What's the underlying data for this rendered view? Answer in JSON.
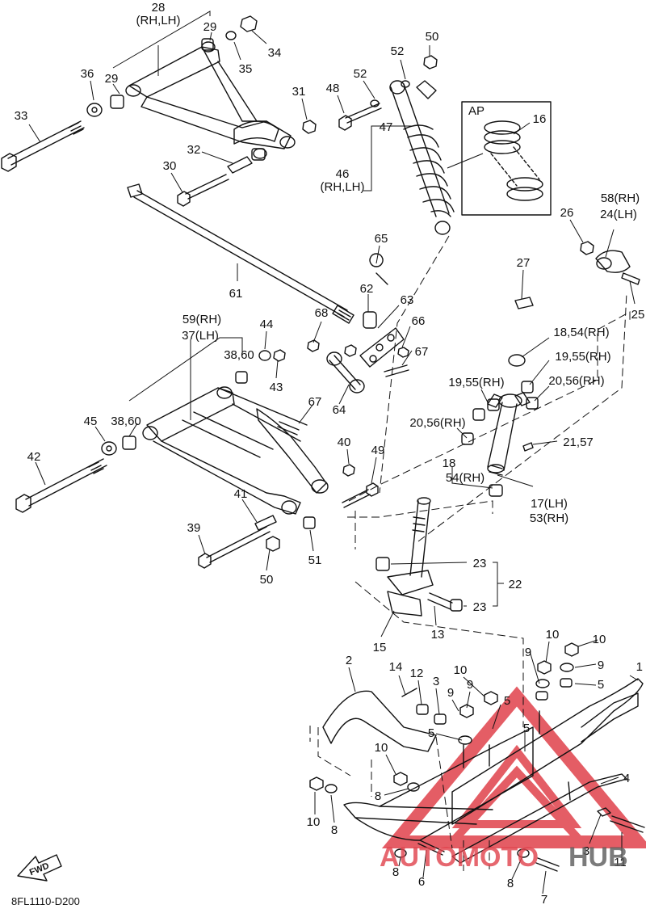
{
  "diagram_code": "8FL1110-D200",
  "fwd_label": "FWD",
  "watermark": {
    "text_part1": "AUTOMOTO",
    "text_part2": "HUB",
    "color_primary": "#e0414b",
    "color_secondary": "#5a5a5a"
  },
  "inset_label": "AP",
  "labels": {
    "l28": "28",
    "l28sub": "(RH,LH)",
    "l29a": "29",
    "l29b": "29",
    "l34": "34",
    "l35": "35",
    "l36": "36",
    "l33": "33",
    "l31": "31",
    "l32": "32",
    "l30": "30",
    "l50a": "50",
    "l52a": "52",
    "l52b": "52",
    "l48": "48",
    "l47": "47",
    "l46": "46",
    "l46sub": "(RH,LH)",
    "l16": "16",
    "l26": "26",
    "l58": "58(RH)",
    "l24": "24(LH)",
    "l25": "25",
    "l61": "61",
    "l65": "65",
    "l62": "62",
    "l63": "63",
    "l27": "27",
    "l18": "18,54(RH)",
    "l59": "59(RH)",
    "l37": "37(LH)",
    "l44": "44",
    "l68": "68",
    "l66": "66",
    "l67a": "67",
    "l3860a": "38,60",
    "l43": "43",
    "l19a": "19,55(RH)",
    "l19b": "19,55(RH)",
    "l20a": "20,56(RH)",
    "l20b": "20,56(RH)",
    "l64": "64",
    "l67b": "67",
    "l45": "45",
    "l3860b": "38,60",
    "l2157": "21,57",
    "l40": "40",
    "l49": "49",
    "l42": "42",
    "l18b": "18",
    "l54b": "54(RH)",
    "l17": "17(LH)",
    "l53": "53(RH)",
    "l41": "41",
    "l39": "39",
    "l51": "51",
    "l50b": "50",
    "l23a": "23",
    "l22": "22",
    "l23b": "23",
    "l13": "13",
    "l15": "15",
    "l10a": "10",
    "l10b": "10",
    "l9a": "9",
    "l9b": "9",
    "l5a": "5",
    "l1": "1",
    "l2": "2",
    "l14": "14",
    "l12": "12",
    "l3a": "3",
    "l10c": "10",
    "l9c": "9",
    "l5b": "5",
    "l5c": "5",
    "l5d": "5",
    "l10d": "10",
    "l8a": "8",
    "l4": "4",
    "l3b": "3",
    "l11": "11",
    "l10e": "10",
    "l8b": "8",
    "l8c": "8",
    "l6": "6",
    "l7": "7"
  }
}
